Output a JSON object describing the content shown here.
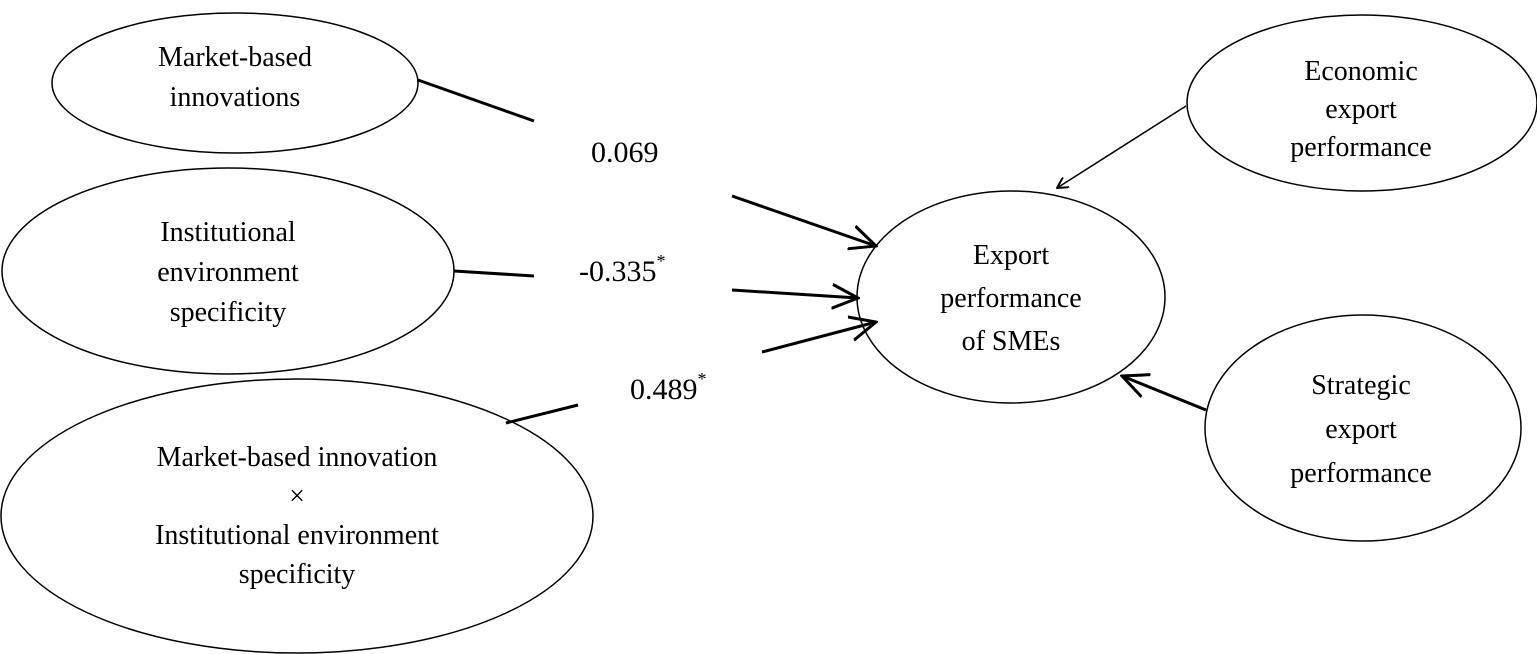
{
  "nodes": {
    "market_based_innovations": [
      "Market-based",
      "innovations"
    ],
    "institutional_environment": [
      "Institutional",
      "environment",
      "specificity"
    ],
    "interaction": [
      "Market-based innovation",
      "×",
      "Institutional environment",
      "specificity"
    ],
    "export_performance": [
      "Export",
      "performance",
      "of SMEs"
    ],
    "economic_export": [
      "Economic",
      "export",
      "performance"
    ],
    "strategic_export": [
      "Strategic",
      "export",
      "performance"
    ]
  },
  "paths": {
    "market_based_innovations": {
      "value": "0.069",
      "marker": ""
    },
    "institutional_environment": {
      "value": "-0.335",
      "marker": "*"
    },
    "interaction": {
      "value": "0.489",
      "marker": "*"
    }
  },
  "colors": {
    "stroke": "#000000",
    "background": "#ffffff",
    "text": "#000000"
  }
}
